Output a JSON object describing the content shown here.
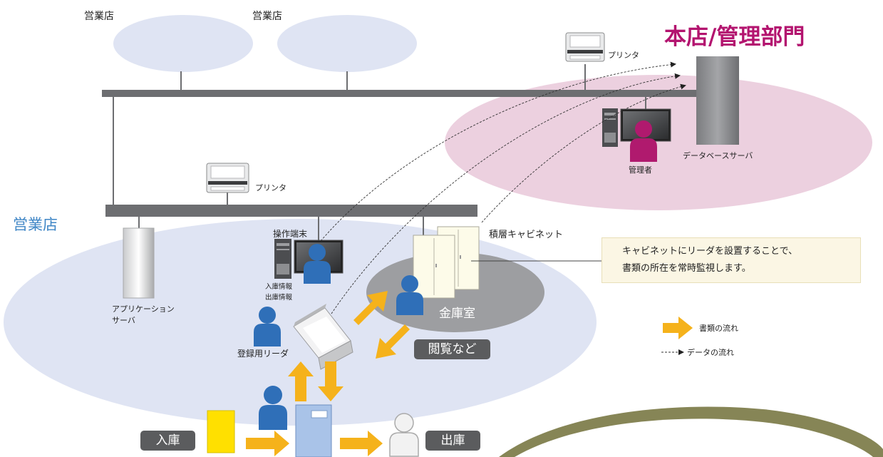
{
  "diagram": {
    "branch_top_1": "営業店",
    "branch_top_2": "営業店",
    "branch_main": "営業店",
    "hq_title": "本店/管理部門",
    "printer_hq": "プリンタ",
    "printer_branch": "プリンタ",
    "db_server": "データベースサーバ",
    "admin": "管理者",
    "terminal": "操作端末",
    "in_info": "入庫情報",
    "out_info": "出庫情報",
    "app_server_line1": "アプリケーション",
    "app_server_line2": "サーバ",
    "register_reader": "登録用リーダ",
    "cabinet": "積層キャビネット",
    "vault": "金庫室",
    "browse": "閲覧など",
    "stock_in": "入庫",
    "stock_out": "出庫",
    "note_line1": "キャビネットにリーダを設置することで、",
    "note_line2": "書類の所在を常時監視します。",
    "legend_doc_flow": "書類の流れ",
    "legend_data_flow": "データの流れ"
  },
  "colors": {
    "branch_ellipse": "#dfe4f3",
    "hq_ellipse": "#ecd0df",
    "hq_title": "#b3146f",
    "admin_figure": "#b01a6e",
    "staff_figure": "#2f6fb8",
    "network_bar": "#6d6e71",
    "vault": "#9d9ea1",
    "doc_arrow": "#f5b21b",
    "branch_main_text": "#3f86c6",
    "folder": "#ffe000"
  }
}
